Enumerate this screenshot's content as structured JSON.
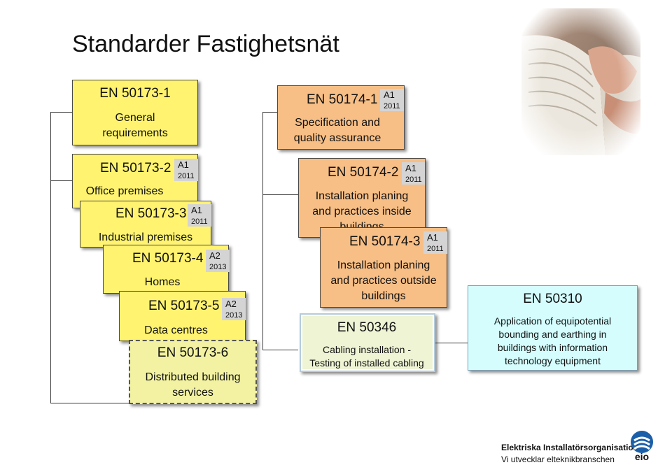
{
  "title": "Standarder Fastighetsnät",
  "left_boxes": [
    {
      "code": "EN 50173-1",
      "desc_lines": [
        "General",
        "requirements"
      ]
    },
    {
      "code": "EN 50173-2",
      "badge": "A1",
      "badge_year": "2011",
      "desc_lines": [
        "Office premises"
      ]
    },
    {
      "code": "EN 50173-3",
      "badge": "A1",
      "badge_year": "2011",
      "desc_lines": [
        "Industrial premises"
      ]
    },
    {
      "code": "EN 50173-4",
      "badge": "A2",
      "badge_year": "2013",
      "desc_lines": [
        "Homes"
      ]
    },
    {
      "code": "EN 50173-5",
      "badge": "A2",
      "badge_year": "2013",
      "desc_lines": [
        "Data centres"
      ]
    },
    {
      "code": "EN 50173-6",
      "desc_lines": [
        "Distributed building",
        "services"
      ]
    }
  ],
  "middle_boxes": [
    {
      "code": "EN 50174-1",
      "badge": "A1",
      "badge_year": "2011",
      "desc_lines": [
        "Specification and",
        "quality assurance"
      ]
    },
    {
      "code": "EN 50174-2",
      "badge": "A1",
      "badge_year": "2011",
      "desc_lines": [
        "Installation planing",
        "and practices inside",
        "buildings"
      ]
    },
    {
      "code": "EN 50174-3",
      "badge": "A1",
      "badge_year": "2011",
      "desc_lines": [
        "Installation planing",
        "and practices outside",
        "buildings"
      ]
    },
    {
      "code": "EN 50346",
      "desc_lines": [
        "Cabling installation  -",
        "Testing of installed cabling"
      ]
    }
  ],
  "right_box": {
    "code": "EN 50310",
    "desc_lines": [
      "Application of equipotential",
      "bounding and earthing in",
      "buildings with information",
      "technology equipment"
    ]
  },
  "footer": {
    "org": "Elektriska Installatörsorganisationen",
    "tagline": "Vi utvecklar elteknikbranschen",
    "logo_text": "eio"
  },
  "colors": {
    "yellow": "#fff370",
    "light_yellow": "#f2f2a2",
    "orange": "#f7be85",
    "cyan": "#d5fdfd",
    "logo_blue": "#1b5fa8"
  },
  "photo": {
    "icon": "book-pages-photo"
  }
}
